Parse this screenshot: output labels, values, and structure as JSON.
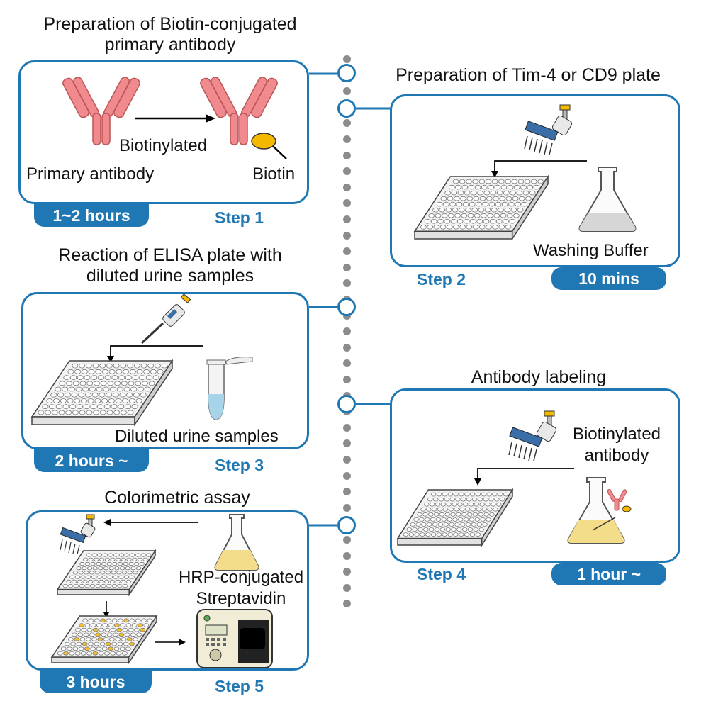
{
  "steps": {
    "s1": {
      "heading_line1": "Preparation of Biotin-conjugated",
      "heading_line2": "primary antibody",
      "left_label": "Primary antibody",
      "arrow_label": "Biotinylated",
      "right_label": "Biotin",
      "time": "1~2 hours",
      "step": "Step 1",
      "colors": {
        "antibody": "#f08a8f",
        "biotin": "#f5b800"
      }
    },
    "s2": {
      "heading": "Preparation of Tim-4 or CD9 plate",
      "reagent": "Washing Buffer",
      "time": "10 mins",
      "step": "Step 2"
    },
    "s3": {
      "heading_line1": "Reaction of ELISA plate with",
      "heading_line2": "diluted urine samples",
      "reagent": "Diluted urine samples",
      "time": "2 hours ~",
      "step": "Step 3"
    },
    "s4": {
      "heading": "Antibody labeling",
      "reagent_line1": "Biotinylated",
      "reagent_line2": "antibody",
      "time": "1 hour ~",
      "step": "Step 4"
    },
    "s5": {
      "heading": "Colorimetric assay",
      "reagent_line1": "HRP-conjugated",
      "reagent_line2": "Streptavidin",
      "time": "3 hours",
      "step": "Step 5"
    }
  },
  "colors": {
    "accent": "#1f77b4",
    "timeline_dot": "#8c8c8c"
  },
  "icons": [
    "antibody-icon",
    "biotin-icon",
    "multichannel-pipette-icon",
    "pipette-icon",
    "flask-icon",
    "tube-icon",
    "well-plate-icon",
    "plate-reader-icon"
  ]
}
